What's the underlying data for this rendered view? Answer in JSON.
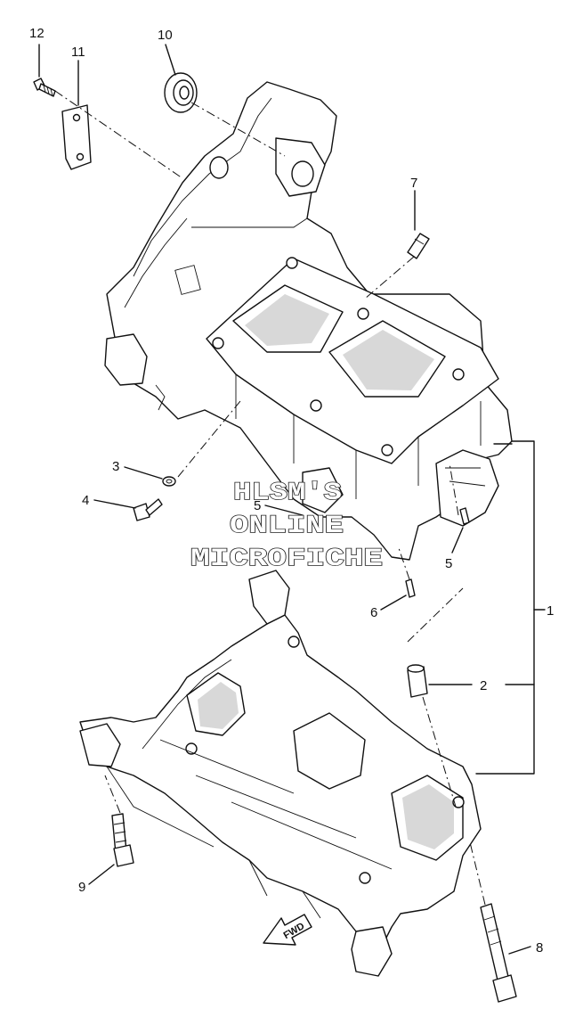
{
  "callouts": {
    "c1": "1",
    "c2": "2",
    "c3": "3",
    "c4": "4",
    "c5a": "5",
    "c5b": "5",
    "c6": "6",
    "c7": "7",
    "c8": "8",
    "c9": "9",
    "c10": "10",
    "c11": "11",
    "c12": "12"
  },
  "watermark": {
    "line1": "HLSM'S",
    "line2": "ONLINE",
    "line3": "MICROFICHE"
  },
  "fwd_label": "FWD"
}
